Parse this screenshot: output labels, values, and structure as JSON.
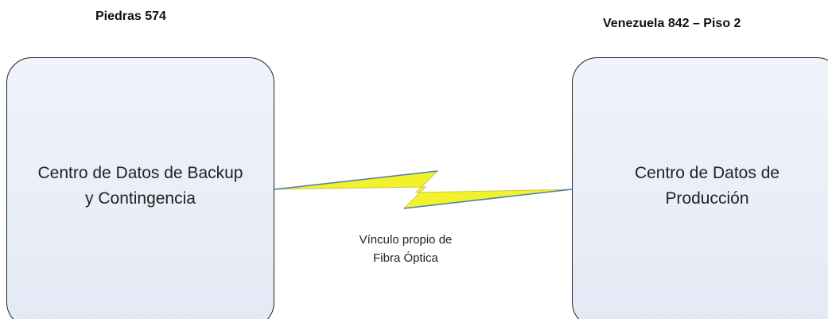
{
  "sites": {
    "left": {
      "location": "Piedras 574",
      "name_line1": "Centro de Datos de Backup",
      "name_line2": "y Contingencia"
    },
    "right": {
      "location": "Venezuela 842 – Piso 2",
      "name_line1": "Centro de Datos de",
      "name_line2": "Producción"
    }
  },
  "link": {
    "caption_line1": "Vínculo propio de",
    "caption_line2": "Fibra Óptica",
    "bolt_color": "#f2f22a",
    "line_color": "#4a7db8"
  }
}
